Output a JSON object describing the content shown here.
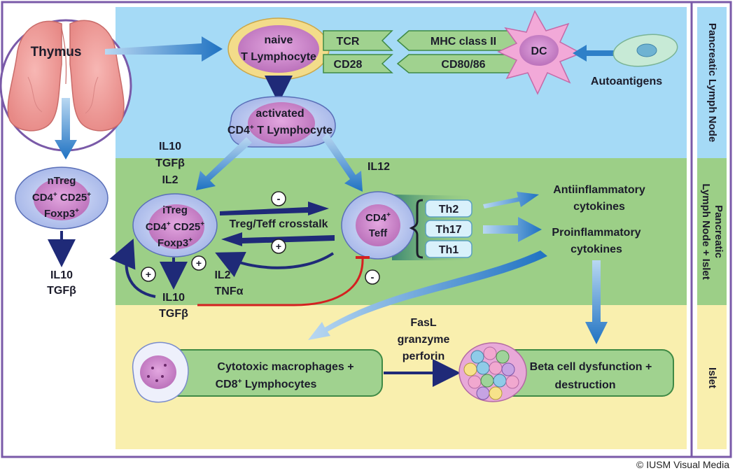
{
  "zones": {
    "lymph_node": "Pancreatic Lymph Node",
    "lymph_node_islet_line1": "Pancreatic",
    "lymph_node_islet_line2": "Lymph Node + Islet",
    "islet": "Islet"
  },
  "nodes": {
    "thymus": "Thymus",
    "naive_line1": "naive",
    "naive_line2": "T Lymphocyte",
    "tcr": "TCR",
    "cd28": "CD28",
    "mhc": "MHC class II",
    "cd80": "CD80/86",
    "dc": "DC",
    "autoantigens": "Autoantigens",
    "activated_line1": "activated",
    "activated_line2": "CD4",
    "activated_line2_sup": "+",
    "activated_line2_rest": " T Lymphocyte",
    "ntreg_line1": "nTreg",
    "ntreg_cd4": "CD4",
    "ntreg_cd25": " CD25",
    "ntreg_foxp3": "Foxp3",
    "sup_plus": "+",
    "itreg_line1": "iTreg",
    "itreg_cd4": "CD4",
    "itreg_cd25": " CD25",
    "itreg_foxp3": "Foxp3",
    "cd4teff_line1": "CD4",
    "cd4teff_line2": "Teff",
    "th2": "Th2",
    "th17": "Th17",
    "th1": "Th1",
    "antiinflam_line1": "Antiinflammatory",
    "antiinflam_line2": "cytokines",
    "proinflam_line1": "Proinflammatory",
    "proinflam_line2": "cytokines",
    "macro_line1": "Cytotoxic macrophages +",
    "macro_line2_a": "CD8",
    "macro_line2_b": " Lymphocytes",
    "beta_line1": "Beta cell dysfunction  +",
    "beta_line2": "destruction"
  },
  "labels": {
    "il10_tgfb_il2": [
      "IL10",
      "TGFβ",
      "IL2"
    ],
    "il12": "IL12",
    "ntreg_out": [
      "IL10",
      "TGFβ"
    ],
    "itreg_out": [
      "IL10",
      "TGFβ"
    ],
    "il2_tnfa": [
      "IL2",
      "TNFα"
    ],
    "crosstalk": "Treg/Teff crosstalk",
    "fasl": [
      "FasL",
      "granzyme",
      "perforin"
    ],
    "plus": "+",
    "minus": "-"
  },
  "copyright": "© IUSM Visual Media",
  "colors": {
    "lymph_node_bg": "#a5daf6",
    "islet_overlap_bg": "#9ccf87",
    "islet_bg": "#f9efae",
    "frame": "#7a5aa8",
    "cell_fill": "#b9c6ee",
    "nucleus": "#cc8ccc",
    "green_box": "#a0d28f",
    "arrow_blue": "#2e7fc8",
    "arrow_navy": "#1f2a78",
    "inhibit_red": "#d42020"
  }
}
